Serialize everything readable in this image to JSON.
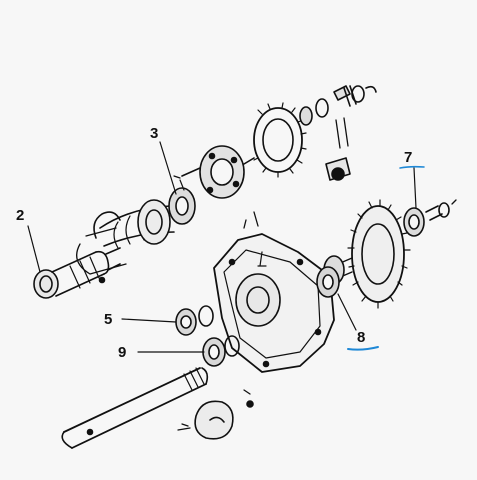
{
  "diagram": {
    "callouts": [
      {
        "id": "2",
        "label": "2"
      },
      {
        "id": "3",
        "label": "3"
      },
      {
        "id": "5",
        "label": "5"
      },
      {
        "id": "7",
        "label": "7"
      },
      {
        "id": "8",
        "label": "8"
      },
      {
        "id": "9",
        "label": "9"
      }
    ],
    "colors": {
      "ink": "#111111",
      "paper": "#f7f7f7",
      "highlight": "#1e88d6"
    }
  }
}
